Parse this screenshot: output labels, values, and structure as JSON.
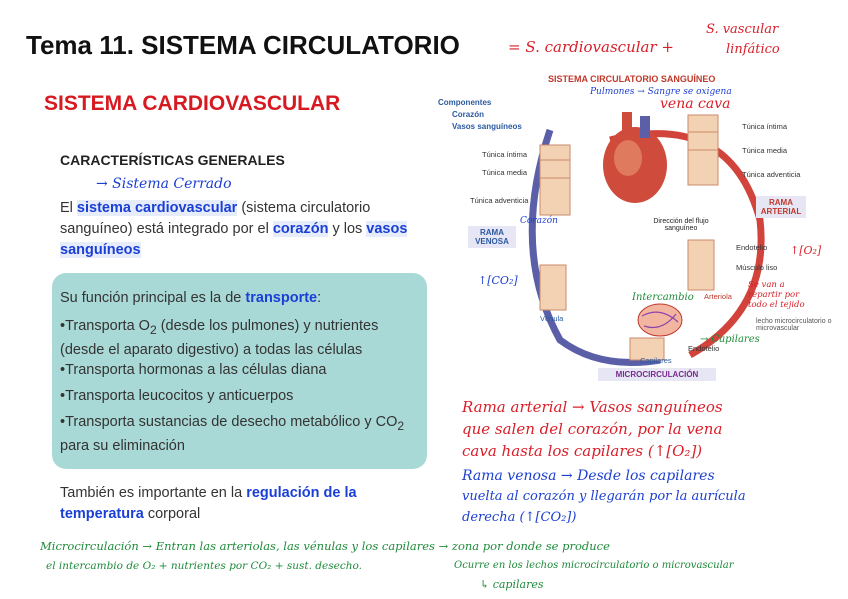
{
  "title": "Tema 11. SISTEMA CIRCULATORIO",
  "title_note_1": "= S. cardiovascular +",
  "title_note_2": "S. vascular",
  "title_note_3": "linfático",
  "section": "SISTEMA CARDIOVASCULAR",
  "subheading": "CARACTERÍSTICAS GENERALES",
  "note_closed": "→ Sistema Cerrado",
  "intro": {
    "p1": "El ",
    "k1": "sistema cardiovascular",
    "p2": " (sistema circulatorio sanguíneo) está integrado por el ",
    "k2": "corazón",
    "p3": " y los ",
    "k3": "vasos sanguíneos"
  },
  "function": {
    "lead": "Su función principal es la de ",
    "lead_kw": "transporte",
    "lead_end": ":",
    "b1_a": "•Transporta O",
    "b1_sub": "2",
    "b1_b": " (desde los pulmones) y nutrientes (desde el aparato digestivo) a todas las células",
    "b2": "•Transporta hormonas a las células diana",
    "b3": "•Transporta leucocitos y anticuerpos",
    "b4_a": "•Transporta sustancias de desecho metabólico y CO",
    "b4_sub": "2",
    "b4_b": " para su eliminación"
  },
  "regulation": {
    "p1": "También es importante en la ",
    "k1": "regulación de la temperatura",
    "p2": " corporal"
  },
  "diagram": {
    "title": "SISTEMA CIRCULATORIO SANGUÍNEO",
    "legend_title": "Componentes",
    "legend_1": "Corazón",
    "legend_2": "Vasos sanguíneos",
    "left_labels": [
      "Túnica íntima",
      "Túnica media",
      "Túnica adventicia"
    ],
    "right_labels": [
      "Túnica íntima",
      "Túnica media",
      "Túnica adventicia"
    ],
    "rama_arterial": "RAMA ARTERIAL",
    "rama_venosa": "RAMA VENOSA",
    "direction": "Dirección del flujo sanguíneo",
    "endotelio": "Endotelio",
    "musculo": "Músculo liso",
    "arteriola": "Arteriola",
    "venula": "Vénula",
    "lecho": "lecho microcirculatorio o microvascular",
    "endotelio2": "Endotelio",
    "capilares": "Capilares",
    "micro": "MICROCIRCULACIÓN"
  },
  "annotations": {
    "pulmones": "Pulmones → Sangre se oxigena",
    "vena_cava": "vena cava",
    "corazon": "Corazón",
    "co2_left": "↑[CO₂]",
    "o2_right": "↑[O₂]",
    "reparten": "Se van a repartir por todo el tejido",
    "intercambio": "Intercambio",
    "capilares": "→ Capilares"
  },
  "notes": {
    "arterial_1": "Rama arterial → Vasos sanguíneos",
    "arterial_2": "que salen del corazón, por la vena",
    "arterial_3": "cava hasta los capilares (↑[O₂])",
    "venosa_1": "Rama venosa → Desde los capilares",
    "venosa_2": "vuelta al corazón y llegarán por la aurícula",
    "venosa_3": "derecha (↑[CO₂])",
    "micro_1": "Microcirculación → Entran las arteriolas, las vénulas y los capilares → zona por donde se produce",
    "micro_2a": "el intercambio de O₂ + nutrientes por CO₂ + sust. desecho.",
    "micro_2b": "Ocurre en los lechos microcirculatorio o microvascular",
    "micro_3": "↳ capilares"
  }
}
